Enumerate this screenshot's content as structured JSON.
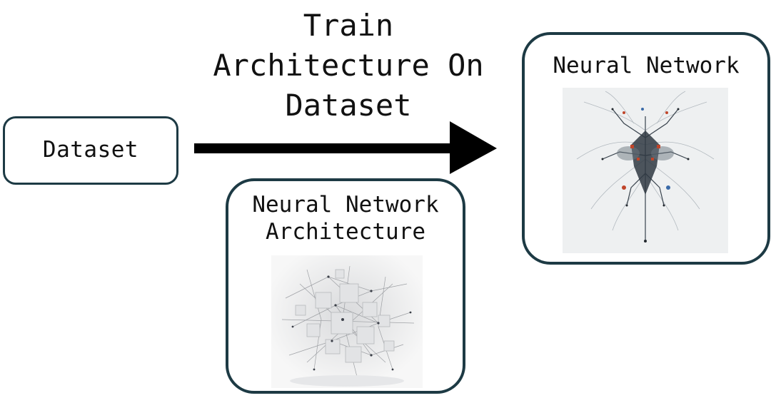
{
  "dataset": {
    "label": "Dataset"
  },
  "arrow": {
    "label": "Train\nArchitecture On\nDataset"
  },
  "architecture": {
    "title": "Neural Network\nArchitecture",
    "image": "network-architecture-sketch"
  },
  "network": {
    "title": "Neural Network",
    "image": "neural-network-illustration"
  },
  "colors": {
    "border": "#1d3a44",
    "arrow": "#000000",
    "accent_red": "#c0452a",
    "accent_blue": "#3a6aa8"
  }
}
